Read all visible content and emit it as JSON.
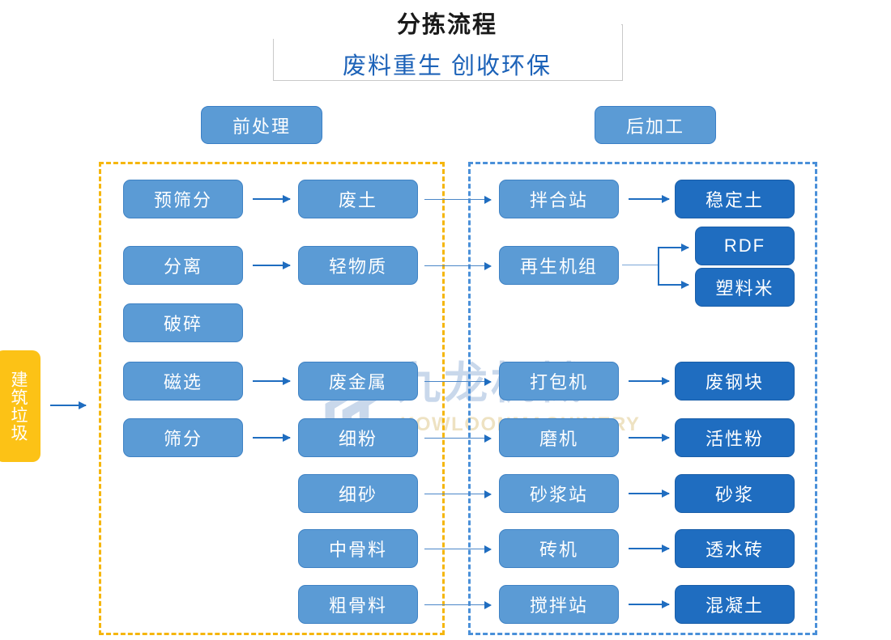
{
  "title": {
    "main": "分拣流程",
    "sub": "废料重生 创收环保"
  },
  "watermark": {
    "brand_cn": "九龙机械",
    "brand_en": "KOWLOONMACHINERY",
    "logo_icon": "kowloon-logo-icon"
  },
  "input": {
    "label": "建筑垃圾"
  },
  "sections": {
    "pre": {
      "label": "前处理",
      "border_color": "#f5b60d"
    },
    "post": {
      "label": "后加工",
      "border_color": "#4a90d9"
    }
  },
  "colors": {
    "box_blue": "#5b9bd5",
    "box_dark": "#1f6dc0",
    "input_yellow": "#fcc216",
    "arrow": "#1f6dc0",
    "title_sub": "#1c62b8"
  },
  "columns": {
    "pre_process": [
      {
        "label": "预筛分"
      },
      {
        "label": "分离"
      },
      {
        "label": "破碎"
      },
      {
        "label": "磁选"
      },
      {
        "label": "筛分"
      }
    ],
    "pre_material": [
      {
        "label": "废土"
      },
      {
        "label": "轻物质"
      },
      {
        "label": "废金属"
      },
      {
        "label": "细粉"
      },
      {
        "label": "细砂"
      },
      {
        "label": "中骨料"
      },
      {
        "label": "粗骨料"
      }
    ],
    "post_equipment": [
      {
        "label": "拌合站"
      },
      {
        "label": "再生机组"
      },
      {
        "label": "打包机"
      },
      {
        "label": "磨机"
      },
      {
        "label": "砂浆站"
      },
      {
        "label": "砖机"
      },
      {
        "label": "搅拌站"
      }
    ],
    "post_product": [
      {
        "label": "稳定土"
      },
      {
        "label": "RDF"
      },
      {
        "label": "塑料米"
      },
      {
        "label": "废钢块"
      },
      {
        "label": "活性粉"
      },
      {
        "label": "砂浆"
      },
      {
        "label": "透水砖"
      },
      {
        "label": "混凝土"
      }
    ]
  }
}
